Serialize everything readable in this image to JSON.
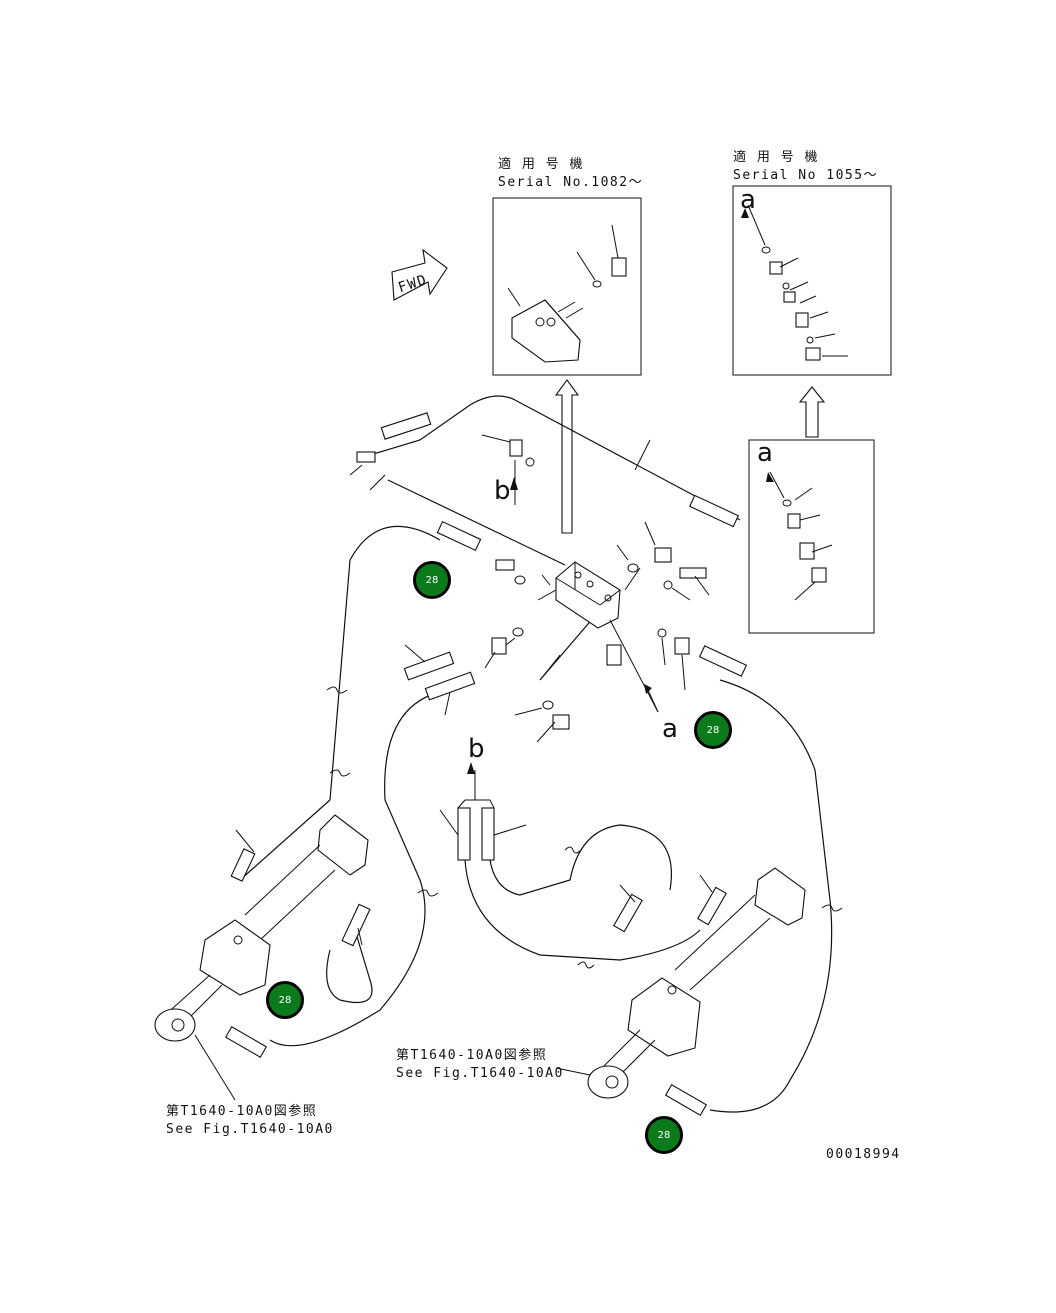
{
  "inset_upper_center": {
    "title_jp": "適 用 号 機",
    "serial": "Serial No.1082～"
  },
  "inset_upper_right": {
    "title_jp": "適 用 号 機",
    "serial": "Serial No 1055～",
    "ref_letter": "a"
  },
  "inset_right": {
    "ref_letter": "a"
  },
  "fwd_label": "FWD",
  "ref_letters": {
    "b_upper": "b",
    "a_lower": "a",
    "b_lower": "b"
  },
  "references": {
    "right": {
      "jp": "第T1640-10A0図参照",
      "en": "See Fig.T1640-10A0"
    },
    "left": {
      "jp": "第T1640-10A0図参照",
      "en": "See Fig.T1640-10A0"
    }
  },
  "callouts": [
    "28",
    "28",
    "28",
    "28"
  ],
  "drawing_number": "00018994",
  "colors": {
    "callout_fill": "#0a7a1a",
    "line": "#111111"
  }
}
